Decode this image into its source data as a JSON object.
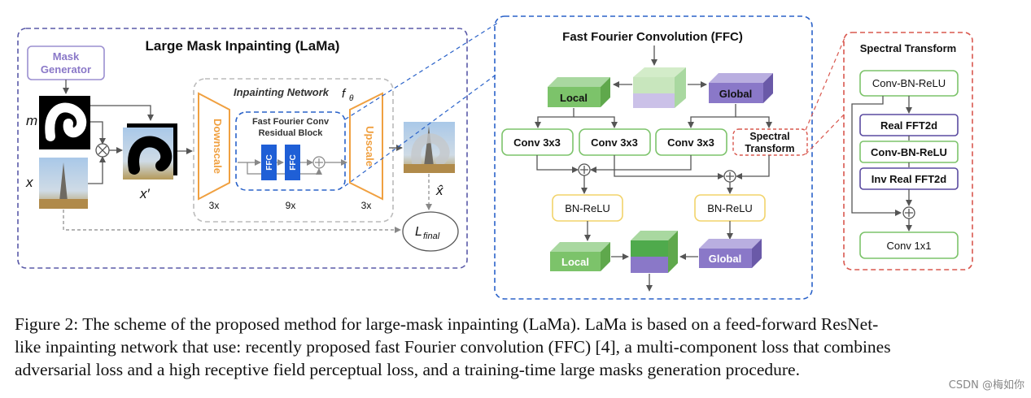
{
  "lama": {
    "title": "Large Mask Inpainting (LaMa)",
    "mask_generator_line1": "Mask",
    "mask_generator_line2": "Generator",
    "label_m": "m",
    "label_x": "x",
    "label_xprime": "x′",
    "label_xhat": "x̂",
    "network_title": "Inpainting Network",
    "network_symbol": "f",
    "network_symbol_sub": "θ",
    "downscale": "Downscale",
    "upscale": "Upscale",
    "ffc_block_line1": "Fast Fourier Conv",
    "ffc_block_line2": "Residual Block",
    "ffc_chip": "FFC",
    "rep_down": "3x",
    "rep_mid": "9x",
    "rep_up": "3x",
    "loss_symbol": "L",
    "loss_sub": "final"
  },
  "ffc": {
    "title": "Fast Fourier Convolution (FFC)",
    "local": "Local",
    "global": "Global",
    "conv1": "Conv 3x3",
    "conv2": "Conv 3x3",
    "conv3": "Conv 3x3",
    "spectral_line1": "Spectral",
    "spectral_line2": "Transform",
    "bn_relu_1": "BN-ReLU",
    "bn_relu_2": "BN-ReLU",
    "local_out": "Local",
    "global_out": "Global"
  },
  "spectral": {
    "title": "Spectral Transform",
    "conv_bn_relu_1": "Conv-BN-ReLU",
    "real_fft": "Real FFT2d",
    "conv_bn_relu_2": "Conv-BN-ReLU",
    "inv_fft": "Inv Real FFT2d",
    "conv1x1": "Conv 1x1"
  },
  "caption": {
    "line1": "Figure 2: The scheme of the proposed method for large-mask inpainting (LaMa). LaMa is based on a feed-forward ResNet-",
    "line2": "like inpainting network that use: recently proposed fast Fourier convolution (FFC) [4], a multi-component loss that combines",
    "line3": "adversarial loss and a high receptive field perceptual loss, and a training-time large masks generation procedure."
  },
  "watermark": "CSDN @梅如你",
  "colors": {
    "purple_dash": "#5a5aa8",
    "blue_dash": "#2a62c9",
    "red_dash": "#d9584f",
    "orange": "#f0a040",
    "green": "#7cc36a",
    "violet": "#8a78c8",
    "ffc_blue": "#1f5fd6",
    "yellow": "#f2d36a"
  }
}
